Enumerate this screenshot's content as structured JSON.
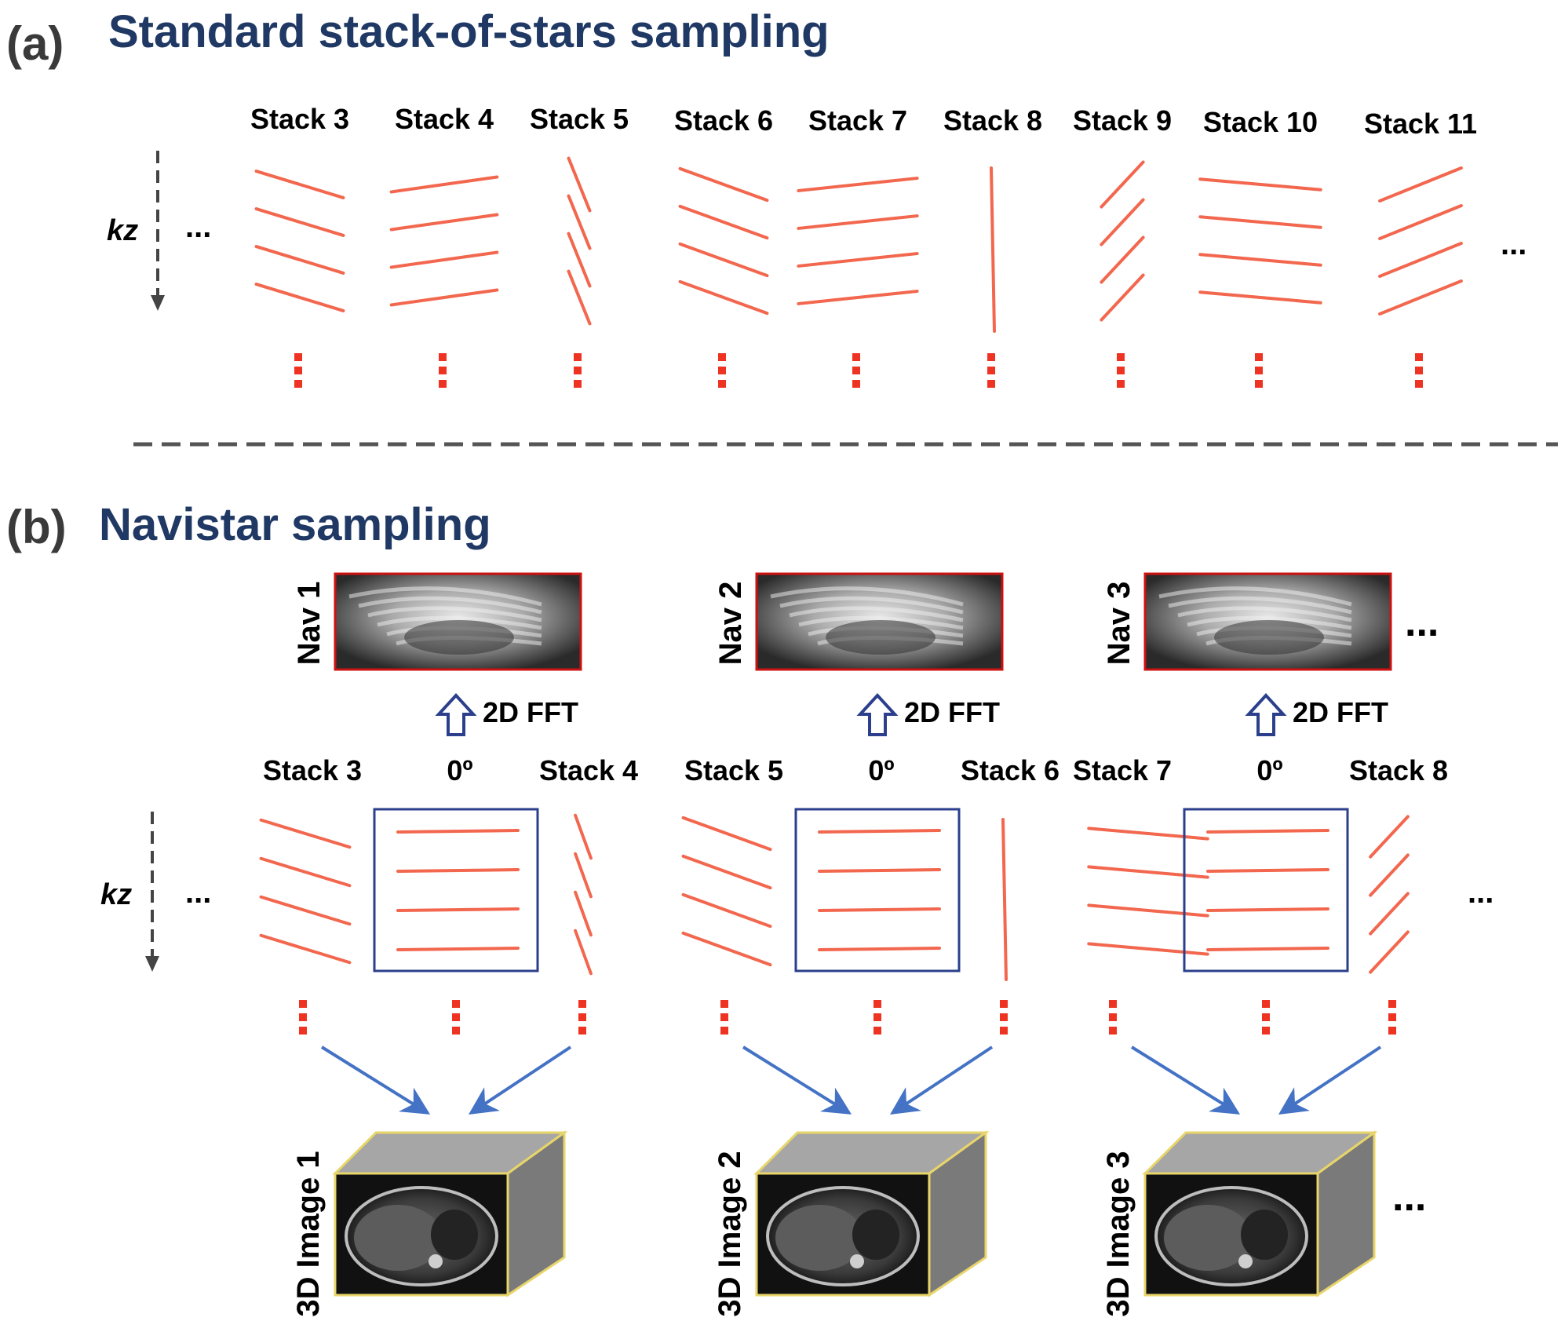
{
  "panel_a": {
    "letter": "(a)",
    "title": "Standard stack-of-stars sampling",
    "axis_label": "kz",
    "ellipsis": "...",
    "stacks": [
      {
        "label": "Stack 3",
        "angle_deg": -17
      },
      {
        "label": "Stack 4",
        "angle_deg": 8
      },
      {
        "label": "Stack 5",
        "angle_deg": -68
      },
      {
        "label": "Stack 6",
        "angle_deg": -20
      },
      {
        "label": "Stack 7",
        "angle_deg": 6
      },
      {
        "label": "Stack 8",
        "angle_deg": -88
      },
      {
        "label": "Stack 9",
        "angle_deg": 47
      },
      {
        "label": "Stack 10",
        "angle_deg": -5
      },
      {
        "label": "Stack 11",
        "angle_deg": 22
      }
    ]
  },
  "panel_b": {
    "letter": "(b)",
    "title": "Navistar sampling",
    "axis_label": "kz",
    "ellipsis": "...",
    "fft_label": "2D FFT",
    "zero_label": "0º",
    "groups": [
      {
        "nav": "Nav 1",
        "image": "3D Image 1",
        "stacks": [
          {
            "label": "Stack 3",
            "angle_deg": -17
          },
          {
            "label": "Stack 4",
            "angle_deg": -70
          }
        ]
      },
      {
        "nav": "Nav 2",
        "image": "3D Image 2",
        "stacks": [
          {
            "label": "Stack 5",
            "angle_deg": -20
          },
          {
            "label": "Stack 6",
            "angle_deg": -88
          }
        ]
      },
      {
        "nav": "Nav 3",
        "image": "3D Image 3",
        "stacks": [
          {
            "label": "Stack 7",
            "angle_deg": -5
          },
          {
            "label": "Stack 8",
            "angle_deg": 47
          }
        ]
      }
    ]
  },
  "colors": {
    "title": "#1f3864",
    "spoke": "#f2674e",
    "dots": "#ee3322",
    "box": "#2b3f8c",
    "arrow": "#4472c4",
    "nav_border": "#cc1111",
    "cube_edge": "#e8d56a",
    "cube_face": "#7a7a7a"
  },
  "icons": {
    "kz_arrow": "dashed-down-arrow-icon",
    "fft_arrow": "hollow-up-arrow-icon",
    "navigator_image": "navigator-thumbnail-icon",
    "volume": "cube-volume-icon"
  }
}
